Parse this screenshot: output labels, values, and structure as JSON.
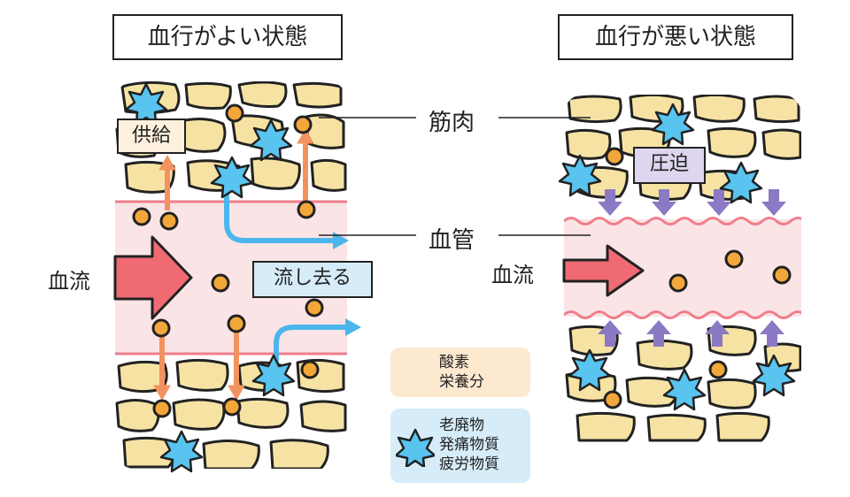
{
  "titles": {
    "good": "血行がよい状態",
    "bad": "血行が悪い状態"
  },
  "labels": {
    "muscle": "筋肉",
    "vessel": "血管",
    "blood_flow_left": "血流",
    "blood_flow_right": "血流",
    "supply": "供給",
    "flush": "流し去る",
    "pressure": "圧迫"
  },
  "legend": {
    "nutrients": [
      "酸素",
      "栄養分"
    ],
    "waste": [
      "老廃物",
      "発痛物質",
      "疲労物質"
    ]
  },
  "colors": {
    "muscle_cell": "#f6e3a4",
    "vessel": "#fbe4e6",
    "vessel_wall": "#f07e8a",
    "arrow_blood": "#ef6a73",
    "arrow_supply": "#f2935f",
    "arrow_flush": "#4cb6ec",
    "arrow_pressure": "#8b79c4",
    "nutrient": "#f3a73a",
    "waste_star": "#58c4ef",
    "legend_nutrient_bg": "#fde9cf",
    "legend_waste_bg": "#d6ecf8"
  },
  "icons": [
    "nutrient-dot-icon",
    "waste-star-icon",
    "arrow-icon"
  ]
}
